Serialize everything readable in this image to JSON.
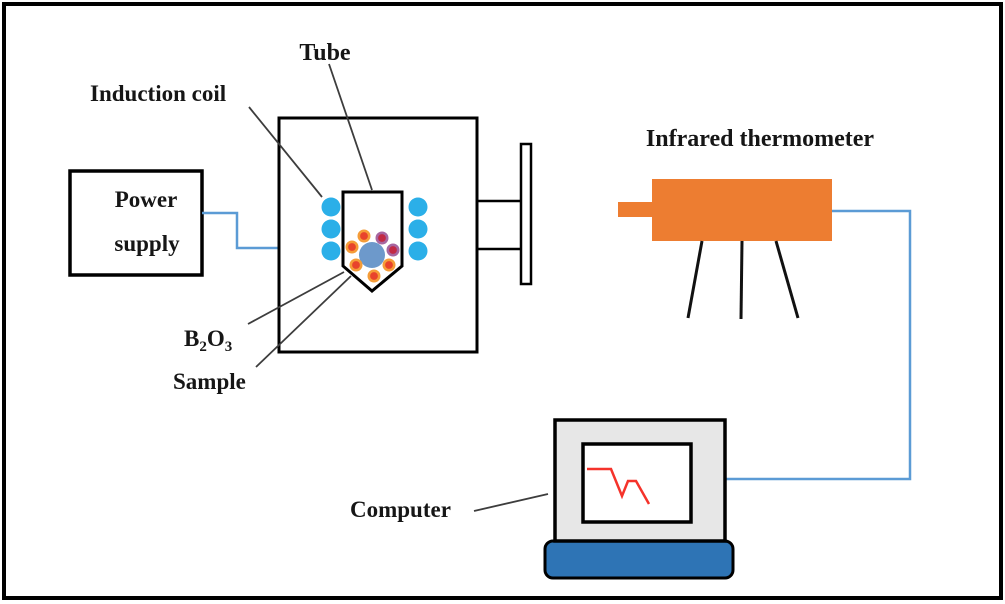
{
  "figure": {
    "type": "experimental-setup-diagram",
    "description": "Induction heating experimental setup with power supply, induction coil, tube with B2O3 and sample, infrared thermometer and computer"
  },
  "labels": {
    "tube": "Tube",
    "induction_coil": "Induction coil",
    "power_supply_line1": "Power",
    "power_supply_line2": "supply",
    "b2o3_base1": "B",
    "b2o3_sub1": "2",
    "b2o3_base2": "O",
    "b2o3_sub2": "3",
    "sample": "Sample",
    "infrared_thermometer": "Infrared thermometer",
    "computer": "Computer"
  },
  "colors": {
    "outline": "#000000",
    "leader_line": "#3d3d3d",
    "coil_dot": "#2bafe8",
    "sample_fill": "#6d99cb",
    "b2o3_dot": "#e8432c",
    "b2o3_dot_ring": "#f59c38",
    "b2o3_dot_dark": "#c22a45",
    "b2o3_dot_dark_ring": "#a766a0",
    "wire": "#5b9bd5",
    "thermometer_body": "#ed7d31",
    "leg": "#111111",
    "monitor_body": "#e7e7e7",
    "screen_fill": "#ffffff",
    "keyboard_base": "#2e74b5",
    "chart_line": "#f5332b"
  }
}
